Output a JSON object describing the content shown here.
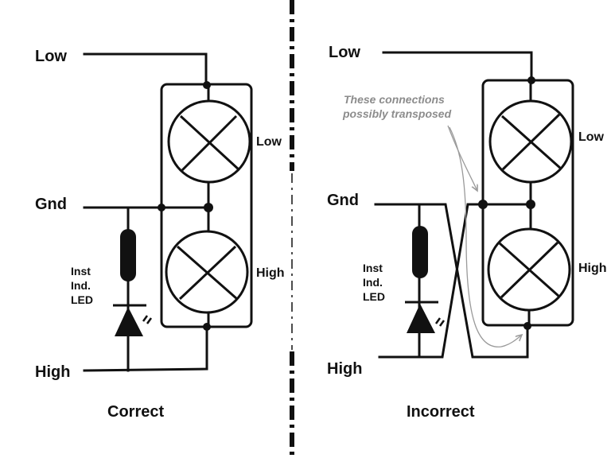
{
  "diagram": {
    "left_panel": {
      "caption": "Correct",
      "terminals": {
        "low": "Low",
        "gnd": "Gnd",
        "high": "High"
      },
      "lamp_labels": {
        "upper": "Low",
        "lower": "High"
      },
      "led_label": [
        "Inst",
        "Ind.",
        "LED"
      ]
    },
    "right_panel": {
      "caption": "Incorrect",
      "terminals": {
        "low": "Low",
        "gnd": "Gnd",
        "high": "High"
      },
      "lamp_labels": {
        "upper": "Low",
        "lower": "High"
      },
      "led_label": [
        "Inst",
        "Ind.",
        "LED"
      ],
      "annotation": [
        "These connections",
        "possibly transposed"
      ]
    },
    "colors": {
      "ink": "#111111",
      "annotation": "#8c8c8c",
      "background": "#ffffff"
    }
  }
}
